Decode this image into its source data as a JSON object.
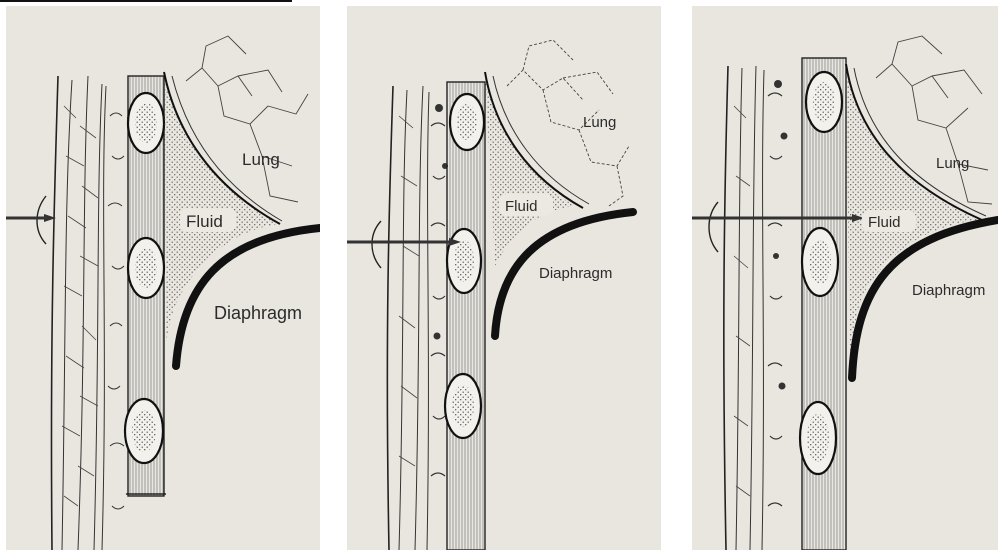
{
  "figure": {
    "panels": [
      {
        "labels": {
          "lung": "Lung",
          "fluid": "Fluid",
          "diaphragm": "Diaphragm"
        }
      },
      {
        "labels": {
          "lung": "Lung",
          "fluid": "Fluid",
          "diaphragm": "Diaphragm"
        }
      },
      {
        "labels": {
          "lung": "Lung",
          "fluid": "Fluid",
          "diaphragm": "Diaphragm"
        }
      }
    ]
  }
}
